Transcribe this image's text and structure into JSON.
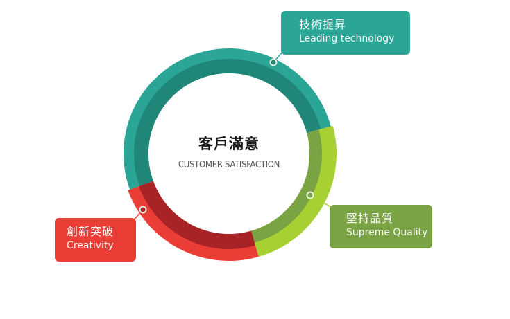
{
  "center": {
    "title": "客戶滿意",
    "subtitle": "CUSTOMER SATISFACTION"
  },
  "callouts": [
    {
      "id": "tech",
      "title": "技術提昇",
      "subtitle": "Leading technology",
      "color": "#2ba596"
    },
    {
      "id": "quality",
      "title": "堅持品質",
      "subtitle": "Supreme Quality",
      "color": "#7aa443"
    },
    {
      "id": "creative",
      "title": "創新突破",
      "subtitle": "Creativity",
      "color": "#ea3d36"
    }
  ],
  "ring_colors": {
    "teal_outer": "#2ba596",
    "teal_inner": "#1f8678",
    "green_outer": "#a7d133",
    "green_inner": "#7aa443",
    "red_outer": "#ea3d36",
    "red_inner": "#a72325"
  }
}
